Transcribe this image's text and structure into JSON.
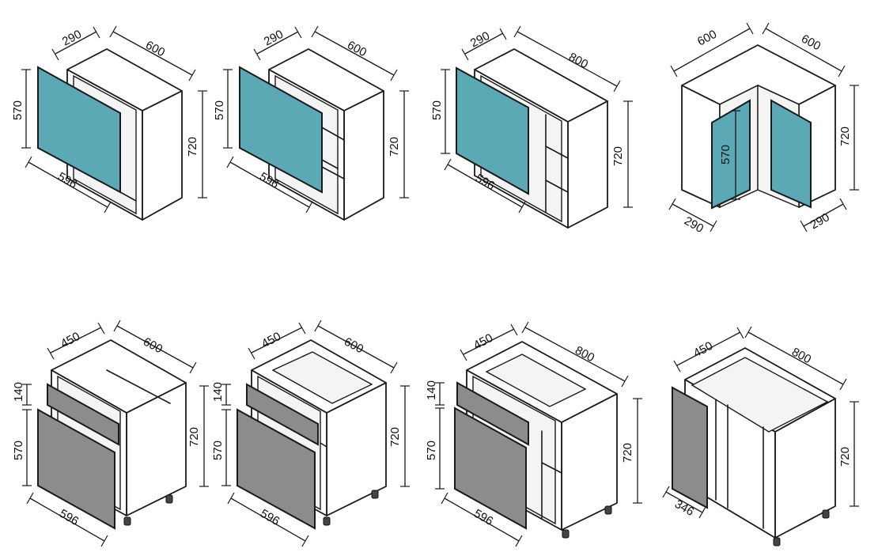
{
  "colors": {
    "wall_door": "#5aa9b5",
    "base_door": "#8c8c8c",
    "outline": "#1a1a1a"
  },
  "cabinets": [
    {
      "id": "wall-600",
      "labels": {
        "depth": "290",
        "width": "600",
        "door_height": "570",
        "height": "720",
        "door_width": "596"
      }
    },
    {
      "id": "wall-600-shelf",
      "labels": {
        "depth": "290",
        "width": "600",
        "door_height": "570",
        "height": "720",
        "door_width": "596"
      }
    },
    {
      "id": "wall-800",
      "labels": {
        "depth": "290",
        "width": "800",
        "door_height": "570",
        "height": "720",
        "door_width": "596"
      }
    },
    {
      "id": "wall-corner",
      "labels": {
        "width_left": "600",
        "width_right": "600",
        "height": "720",
        "door_height": "570",
        "depth_left": "290",
        "depth_right": "290"
      }
    },
    {
      "id": "base-600",
      "labels": {
        "depth": "450",
        "width": "600",
        "drawer_height": "140",
        "door_height": "570",
        "height": "720",
        "door_width": "596"
      }
    },
    {
      "id": "base-600-drawer",
      "labels": {
        "depth": "450",
        "width": "600",
        "drawer_height": "140",
        "door_height": "570",
        "height": "720",
        "door_width": "596"
      }
    },
    {
      "id": "base-800",
      "labels": {
        "depth": "450",
        "width": "800",
        "drawer_height": "140",
        "door_height": "570",
        "height": "720",
        "door_width": "596"
      }
    },
    {
      "id": "base-corner",
      "labels": {
        "depth": "450",
        "width": "800",
        "height": "720",
        "door_width": "346"
      }
    }
  ]
}
